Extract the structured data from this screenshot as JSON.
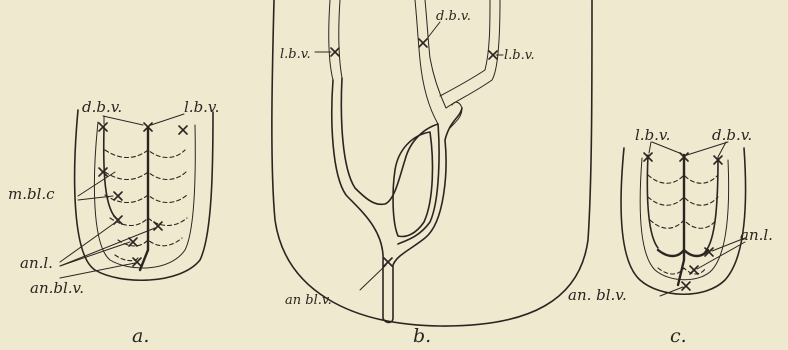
{
  "panels": {
    "a": {
      "caption": "a.",
      "labels": {
        "dbv": "d.b.v.",
        "lbv": "l.b.v.",
        "mblc": "m.bl.c",
        "anl": "an.l.",
        "anblv": "an.bl.v."
      }
    },
    "b": {
      "caption": "b.",
      "labels": {
        "lbv": "l.b.v.",
        "dbv": "d.b.v.",
        "lbv_right": "l.b.v.",
        "anblv": "an bl.v."
      }
    },
    "c": {
      "caption": "c.",
      "labels": {
        "lbv": "l.b.v.",
        "dbv": "d.b.v.",
        "anl": "an.l.",
        "anblv": "an. bl.v."
      }
    }
  }
}
